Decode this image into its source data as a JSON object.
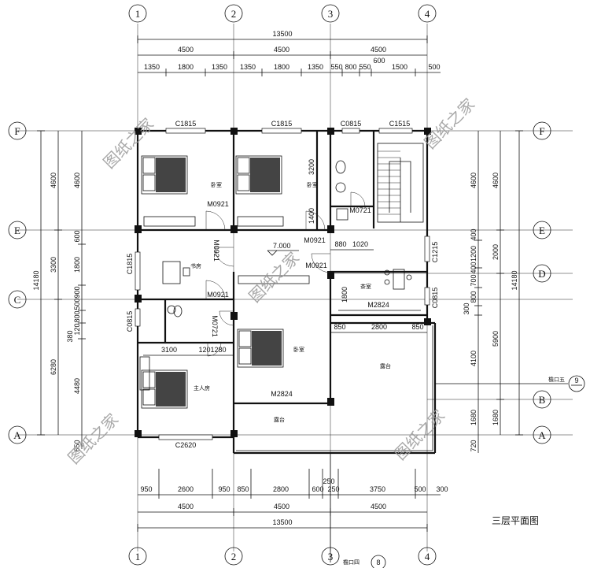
{
  "title": "三层平面图",
  "axes": {
    "numbers": [
      "1",
      "2",
      "3",
      "4"
    ],
    "letters_left": [
      "F",
      "E",
      "C",
      "A"
    ],
    "letters_right": [
      "F",
      "E",
      "D",
      "B",
      "A"
    ]
  },
  "dims_top": {
    "total": "13500",
    "bays": [
      "4500",
      "4500",
      "4500"
    ],
    "detail": [
      "1350",
      "1800",
      "1350",
      "1350",
      "1800",
      "1350",
      "550",
      "800",
      "550",
      "1500",
      "500"
    ],
    "extra": "600"
  },
  "dims_bottom": {
    "total": "13500",
    "bays": [
      "4500",
      "4500",
      "4500"
    ],
    "detail": [
      "950",
      "2600",
      "950",
      "850",
      "2800",
      "600",
      "250",
      "3750",
      "500",
      "300"
    ],
    "extra": "250"
  },
  "dims_left": {
    "total": "14180",
    "outer": [
      "4600",
      "3300",
      "6280"
    ],
    "inner": [
      "4600",
      "600",
      "1800",
      "900",
      "500",
      "800",
      "120",
      "380",
      "4480",
      "650"
    ]
  },
  "dims_right": {
    "total": "14180",
    "outer": [
      "4600",
      "2000",
      "5900",
      "1680"
    ],
    "inner": [
      "4600",
      "400",
      "1200",
      "400",
      "700",
      "800",
      "300",
      "4100",
      "1680",
      "720"
    ]
  },
  "inner_dims": [
    "3200",
    "1400",
    "880",
    "1020",
    "1800",
    "3100",
    "1201280",
    "850",
    "2800",
    "850"
  ],
  "windows": [
    "C1815",
    "C1815",
    "C0815",
    "C1515",
    "C1815",
    "C0815",
    "C1215",
    "C0815",
    "C2620"
  ],
  "doors": [
    "M0921",
    "M0921",
    "M0721",
    "M0921",
    "M0921",
    "M0921",
    "M0721",
    "M2824",
    "M2824"
  ],
  "rooms": [
    "卧室",
    "卧室",
    "书房",
    "卧室",
    "主人房",
    "茶室",
    "露台",
    "露台"
  ],
  "level": "7.000",
  "eave_labels": [
    {
      "text": "檐口五",
      "num": "9"
    },
    {
      "text": "檐口四",
      "num": "8"
    }
  ],
  "watermark": "图纸之家"
}
